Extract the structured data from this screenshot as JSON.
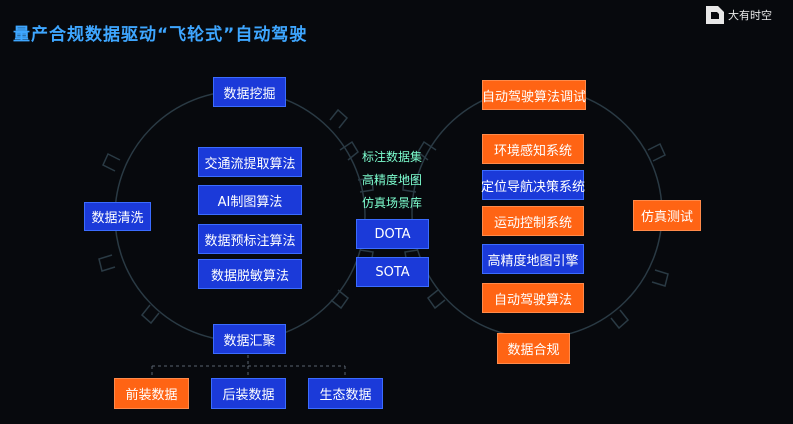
{
  "title": "量产合规数据驱动“飞轮式”自动驾驶",
  "brand": {
    "name": "大有时空",
    "icon": "brand-logo-icon"
  },
  "colors": {
    "blue_box": "#1b3ad9",
    "orange_box": "#ff6414",
    "title": "#3ea6ff",
    "center_text": "#7dffd0",
    "background": "#07090d"
  },
  "left_gear": {
    "top": "数据挖掘",
    "left": "数据清洗",
    "bottom": "数据汇聚",
    "inner": [
      "交通流提取算法",
      "AI制图算法",
      "数据预标注算法",
      "数据脱敏算法"
    ],
    "sources": [
      "前装数据",
      "后装数据",
      "生态数据"
    ]
  },
  "center": {
    "labels": [
      "标注数据集",
      "高精度地图",
      "仿真场景库"
    ],
    "boxes": [
      "DOTA",
      "SOTA"
    ]
  },
  "right_gear": {
    "top": "自动驾驶算法调试",
    "right": "仿真测试",
    "bottom": "数据合规",
    "inner": [
      "环境感知系统",
      "定位导航决策系统",
      "运动控制系统",
      "高精度地图引擎",
      "自动驾驶算法"
    ]
  }
}
